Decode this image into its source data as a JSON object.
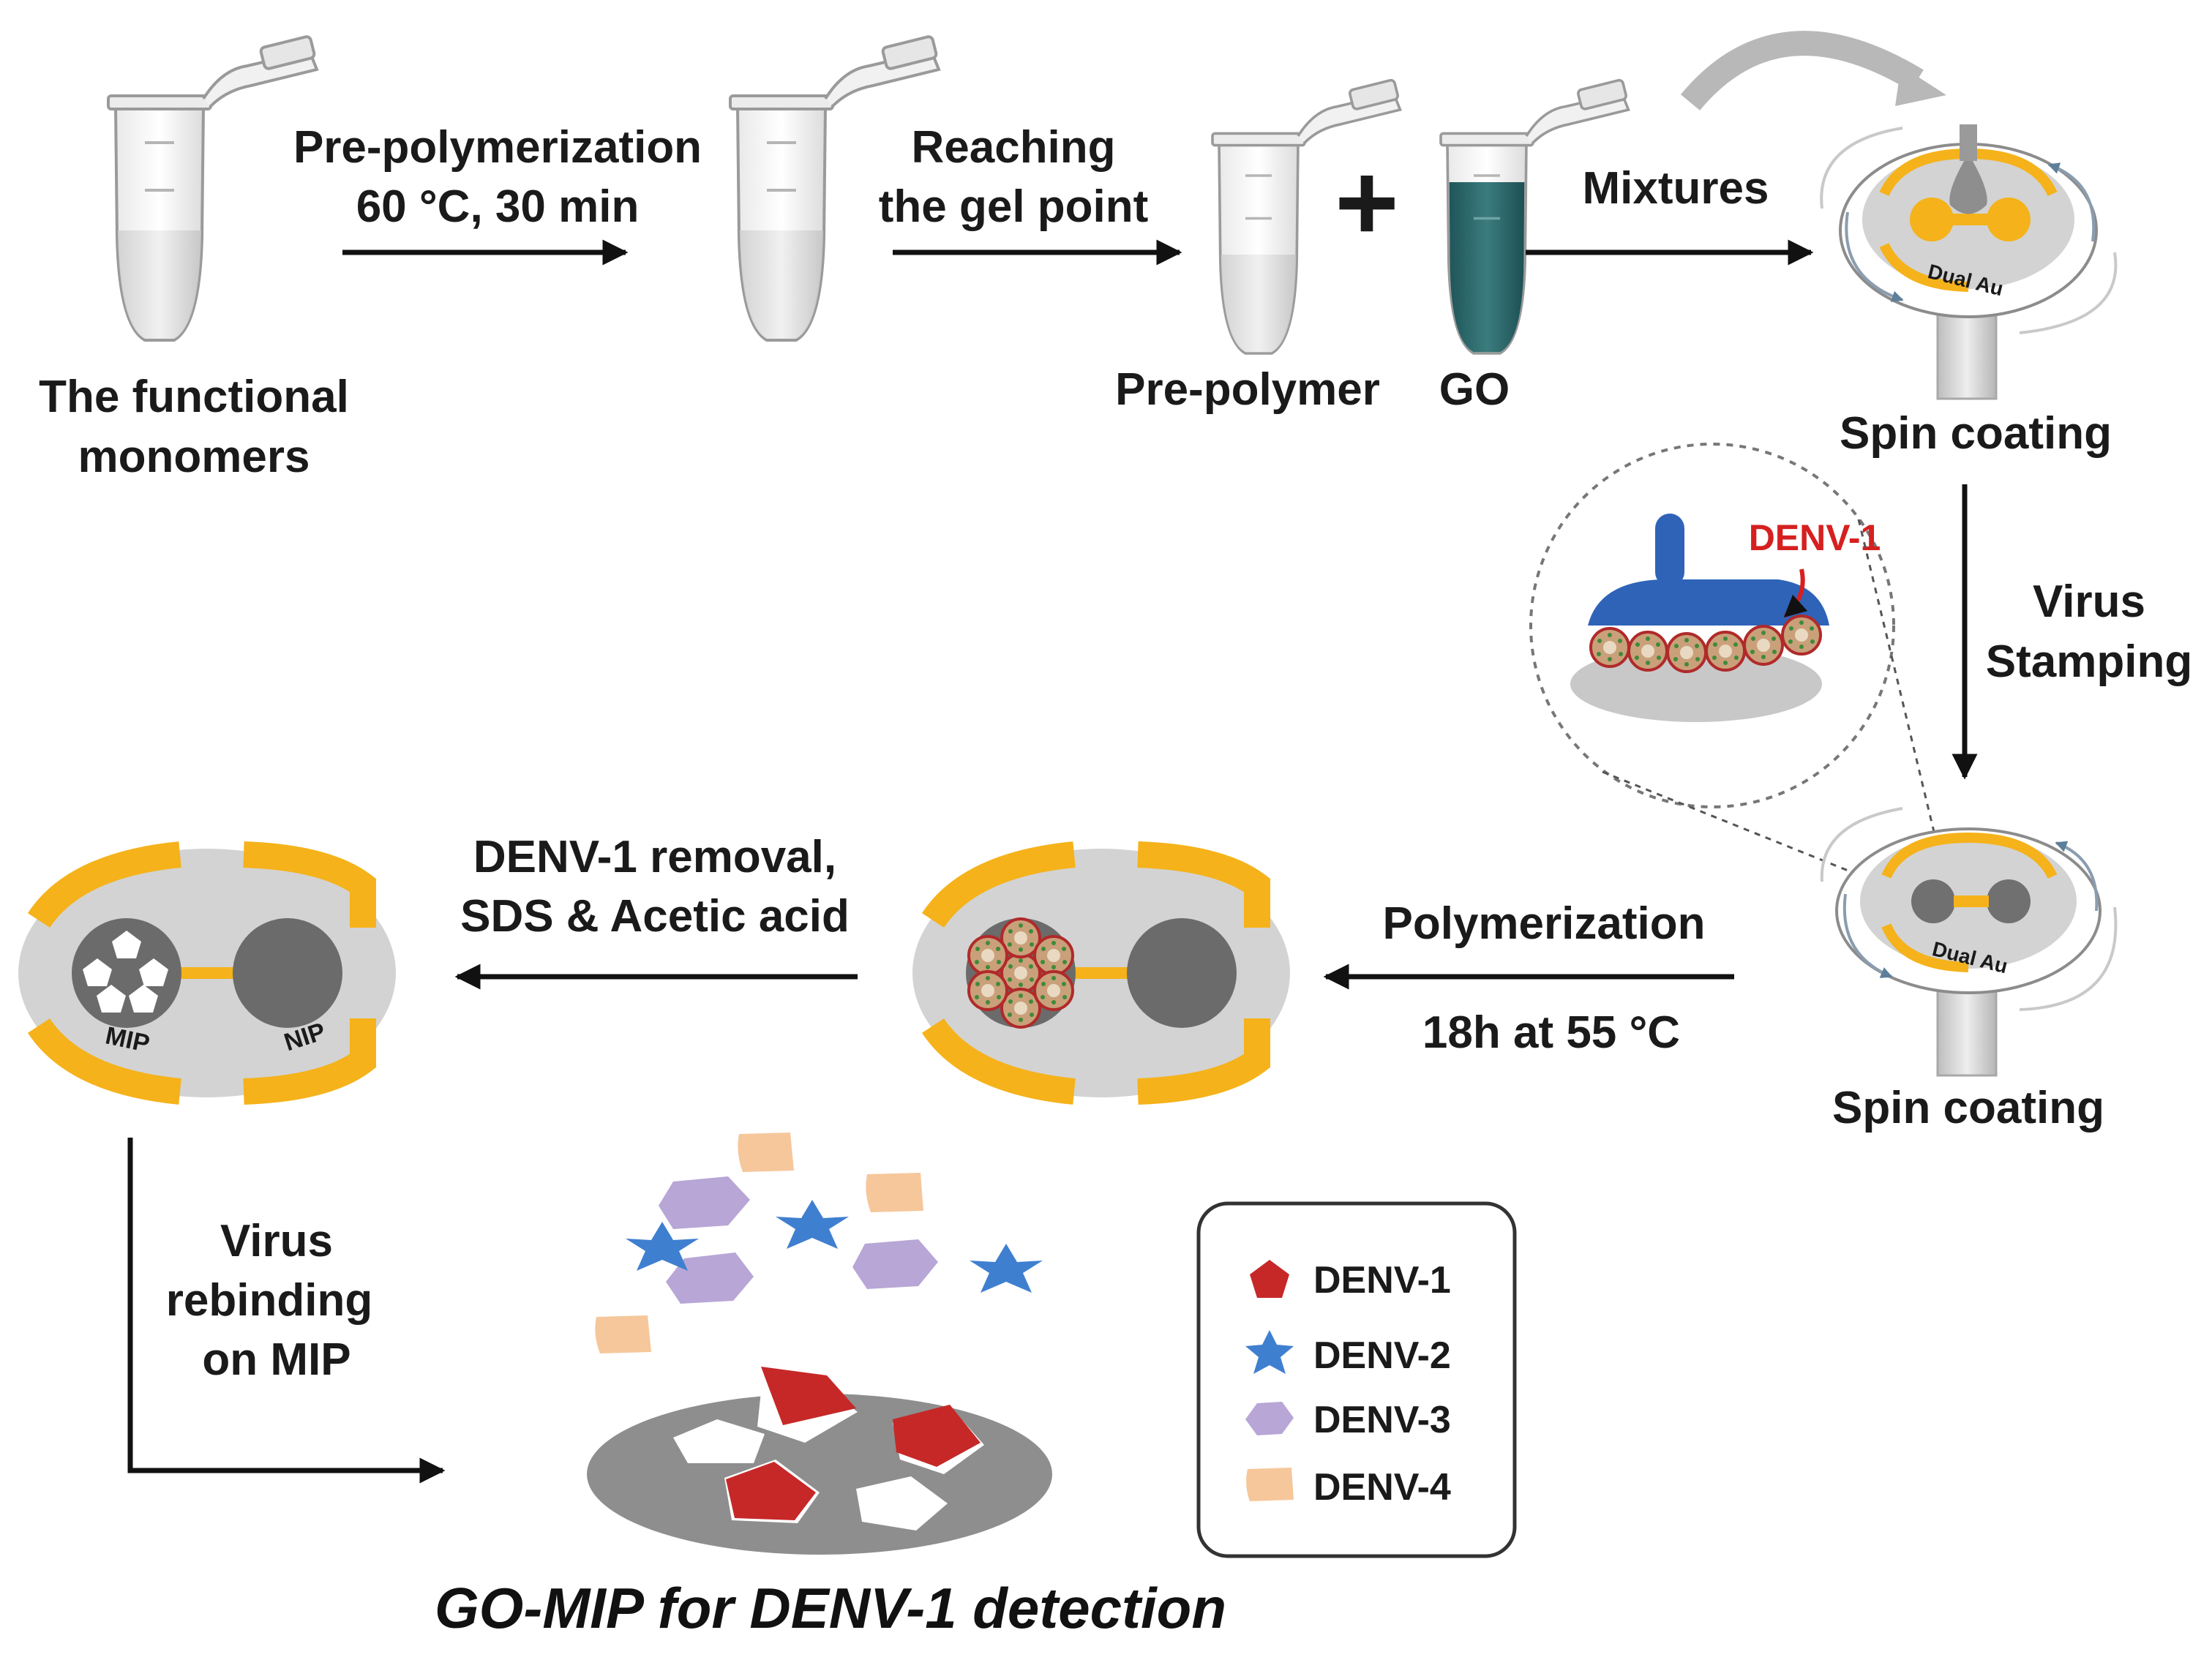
{
  "tubes": {
    "monomers_label_1": "The functional",
    "monomers_label_2": "monomers",
    "prepolymer_label": "Pre-polymer",
    "go_label": "GO",
    "plus_sign": "+"
  },
  "steps": {
    "prepolymerization_1": "Pre-polymerization",
    "prepolymerization_2": "60 °C, 30 min",
    "gel_point_1": "Reaching",
    "gel_point_2": "the gel point",
    "mixtures": "Mixtures",
    "virus_stamping_1": "Virus",
    "virus_stamping_2": "Stamping",
    "polymerization_1": "Polymerization",
    "polymerization_2": "18h at 55 °C",
    "removal_1": "DENV-1 removal,",
    "removal_2": "SDS & Acetic acid",
    "rebinding_1": "Virus",
    "rebinding_2": "rebinding",
    "rebinding_3": "on MIP"
  },
  "spin_coater": {
    "label_top": "Spin coating",
    "label_bottom": "Spin coating",
    "chip_text_top": "Dual Au",
    "chip_text_bottom": "Dual Au"
  },
  "zoom": {
    "virus_label": "DENV-1"
  },
  "electrode": {
    "mip_label": "MIP",
    "nip_label": "NIP"
  },
  "legend": {
    "items": [
      {
        "label": "DENV-1",
        "color": "#c62828",
        "shape": "pentagon"
      },
      {
        "label": "DENV-2",
        "color": "#3f7fd0",
        "shape": "star"
      },
      {
        "label": "DENV-3",
        "color": "#b8a6d6",
        "shape": "hexagon"
      },
      {
        "label": "DENV-4",
        "color": "#f6c79b",
        "shape": "flag"
      }
    ]
  },
  "bottom_title": "GO-MIP for DENV-1 detection",
  "colors": {
    "gold": "#f5b21a",
    "surface": "#d3d3d3",
    "dark_grey": "#6b6b6b",
    "go_teal": "#2f6f72",
    "denv1_red": "#c62828",
    "stamp_blue": "#2e63b8"
  }
}
